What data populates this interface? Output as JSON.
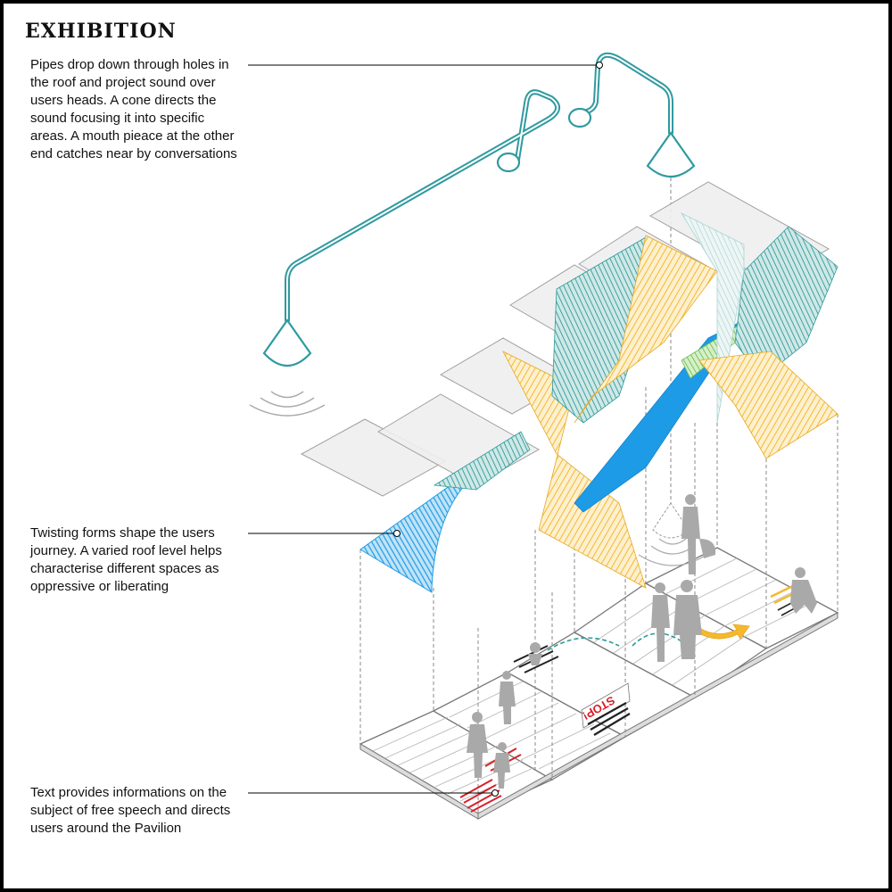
{
  "title": "EXHIBITION",
  "annotations": [
    {
      "id": "pipes",
      "text": "Pipes drop down through holes in the roof and project sound over users heads. A cone directs the sound focusing it into specific areas. A mouth pieace at the other end catches near by conversations"
    },
    {
      "id": "forms",
      "text": "Twisting forms shape the users journey. A varied roof level helps characterise different spaces as oppressive or liberating"
    },
    {
      "id": "text",
      "text": "Text provides informations on the subject of free speech and directs users around the Pavilion"
    }
  ],
  "floor_signs": {
    "stop": "STOP!"
  },
  "colors": {
    "pipe": "#2f9aa0",
    "blue_form": "#1e9be6",
    "yellow_form": "#f5c040",
    "teal_form": "#2e9a9a",
    "red_text": "#d8202a",
    "figure": "#a9a9a9",
    "roof": "#e8e8e8",
    "outline": "#9a9a9a",
    "leader": "#000000"
  }
}
